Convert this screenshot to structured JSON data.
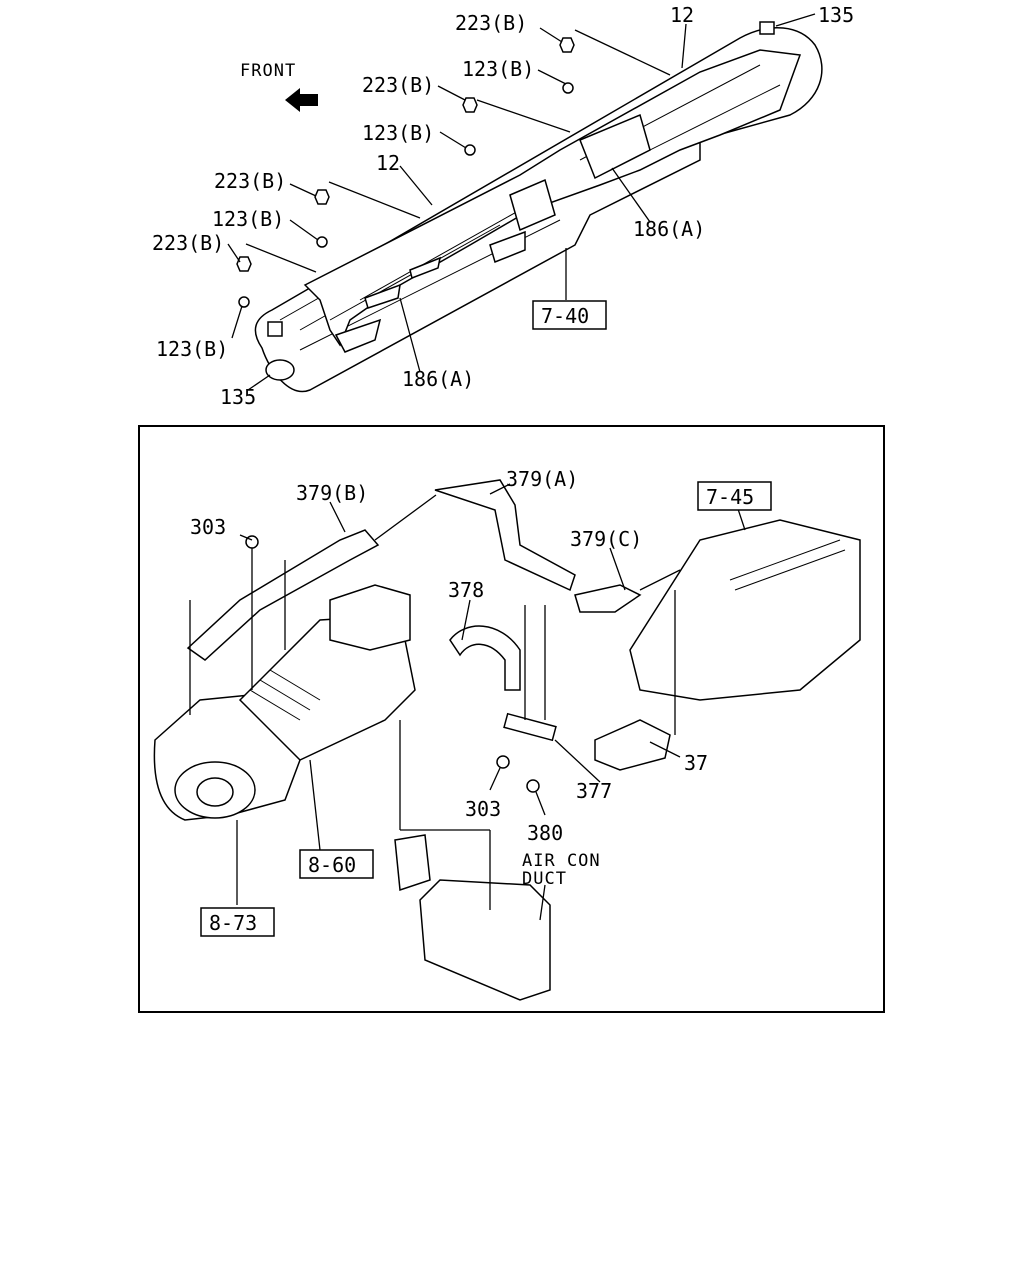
{
  "orientation": {
    "front_label": "FRONT"
  },
  "upper_assembly": {
    "callouts": {
      "c223_top": "223(B)",
      "c12_top": "12",
      "c135_top": "135",
      "c123_top": "123(B)",
      "c223_mid": "223(B)",
      "c123_mid": "123(B)",
      "c12_mid": "12",
      "c223_left1": "223(B)",
      "c123_left": "123(B)",
      "c223_left2": "223(B)",
      "c186_right": "186(A)",
      "c123_bottom": "123(B)",
      "c135_bottom": "135",
      "c186_bottom": "186(A)"
    },
    "reference_box": "7-40"
  },
  "lower_assembly": {
    "callouts": {
      "c379b": "379(B)",
      "c379a": "379(A)",
      "c303_top": "303",
      "c379c": "379(C)",
      "c378": "378",
      "c37": "37",
      "c303_bottom": "303",
      "c377": "377",
      "c380": "380",
      "air_con_line1": "AIR CON",
      "air_con_line2": "DUCT"
    },
    "reference_boxes": {
      "r745": "7-45",
      "r860": "8-60",
      "r873": "8-73"
    }
  }
}
